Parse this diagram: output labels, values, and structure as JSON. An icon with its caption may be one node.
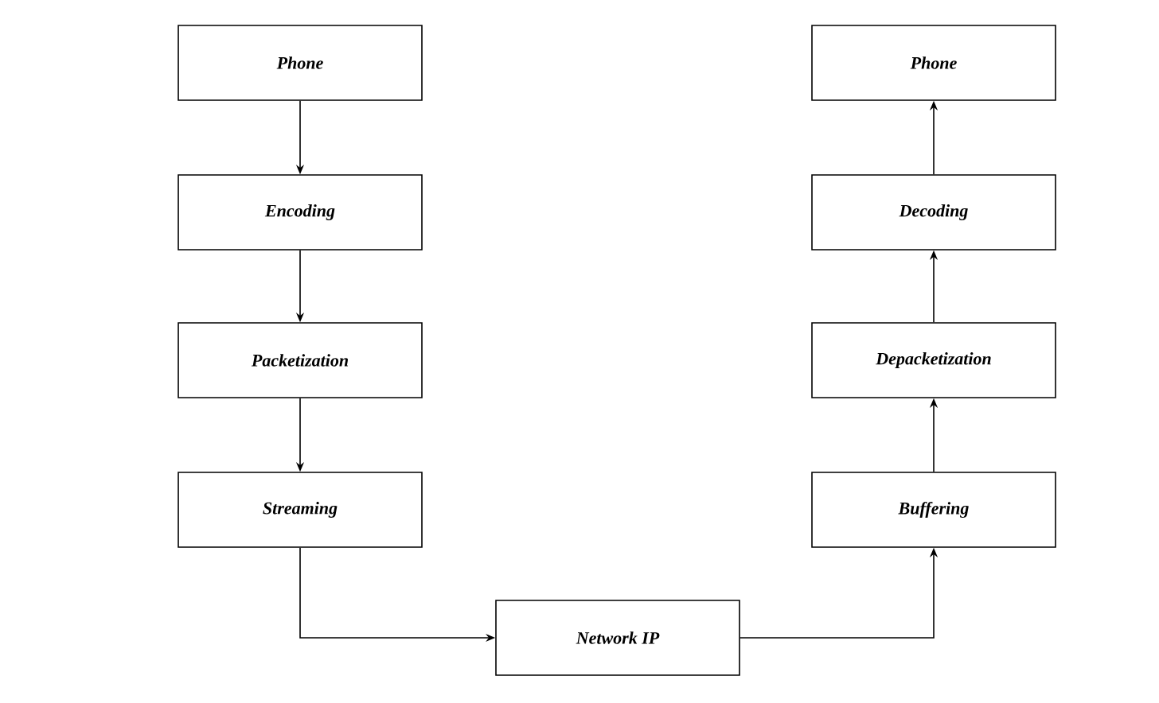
{
  "diagram": {
    "nodes": [
      {
        "text": [
          "Phone"
        ]
      },
      {
        "text": [
          "Encoding"
        ]
      },
      {
        "text": [
          "Packetization"
        ]
      },
      {
        "text": [
          "Streaming"
        ]
      },
      {
        "text": [
          "Network IP"
        ]
      },
      {
        "text": [
          "Buffering"
        ]
      },
      {
        "text": [
          "Depacketization"
        ]
      },
      {
        "text": [
          "Decoding"
        ]
      },
      {
        "text": [
          "Phone"
        ]
      }
    ],
    "edges": [
      {
        "from": 0,
        "to": 1,
        "arrow": "to"
      },
      {
        "from": 1,
        "to": 2,
        "arrow": "to"
      },
      {
        "from": 2,
        "to": 3,
        "arrow": "to"
      },
      {
        "from": 3,
        "to": 4,
        "arrow": "to"
      },
      {
        "from": 4,
        "to": 5,
        "arrow": "to"
      },
      {
        "from": 5,
        "to": 6,
        "arrow": "to"
      },
      {
        "from": 6,
        "to": 7,
        "arrow": "to"
      },
      {
        "from": 7,
        "to": 8,
        "arrow": "to"
      }
    ]
  }
}
